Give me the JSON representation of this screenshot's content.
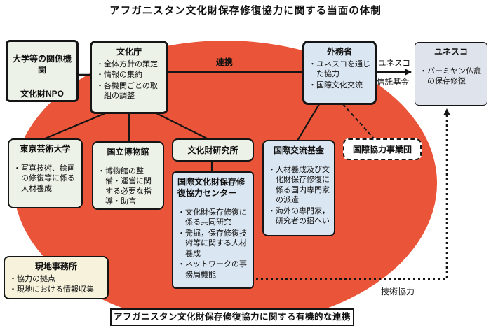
{
  "title": "アフガニスタン文化財保存修復協力に関する当面の体制",
  "bottom_banner": "アフガニスタン文化財保存修復協力に関する有機的な連携",
  "colors": {
    "ellipse_fill": "#ea5438",
    "box_green": "#edf2e8",
    "box_blue": "#dae6f2",
    "box_gray": "#dfe4ec",
    "box_cream": "#f6f2dc",
    "line": "#151515"
  },
  "boxes": {
    "kankei_kikan": {
      "line1": "大学等の関係機関",
      "line2": "文化財NPO"
    },
    "bunkacho": {
      "title": "文化庁",
      "bullets": [
        "・全体方針の策定",
        "・情報の集約",
        "・各機関ごとの取組の調整"
      ]
    },
    "gaimusho": {
      "title": "外務省",
      "bullets": [
        "・ユネスコを通じた協力",
        "・国際文化交流"
      ]
    },
    "unesco": {
      "title": "ユネスコ",
      "bullets": [
        "・バーミヤン仏龕の保存修復"
      ]
    },
    "geidai": {
      "title": "東京芸術大学",
      "bullets": [
        "・写真技術、絵画の修復等に係る人材養成"
      ]
    },
    "hakubutsukan": {
      "title": "国立博物館",
      "bullets": [
        "・博物館の整備・運営に関する必要な指導・助言"
      ]
    },
    "kenkyujo": {
      "title": "文化財研究所"
    },
    "center": {
      "title": "国際文化財保存修復協力センター",
      "bullets": [
        "・文化財保存修復に係る共同研究",
        "・発掘，保存修復技術等に関する人材養成",
        "・ネットワークの事務局機能"
      ]
    },
    "kikin": {
      "title": "国際交流基金",
      "bullets": [
        "・人材養成及び文化財保存修復に係る国内専門家の派遣",
        "・海外の専門家，研究者の招へい"
      ]
    },
    "jigyodan": {
      "title": "国際協力事業団"
    },
    "genchi": {
      "title": "現地事務所",
      "bullets": [
        "・協力の拠点",
        "・現地における情報収集"
      ]
    }
  },
  "labels": {
    "renkei": "連携",
    "unesco_fund_top": "ユネスコ",
    "unesco_fund_bottom": "信託基金",
    "gijutsu_kyoryoku": "技術協力"
  }
}
